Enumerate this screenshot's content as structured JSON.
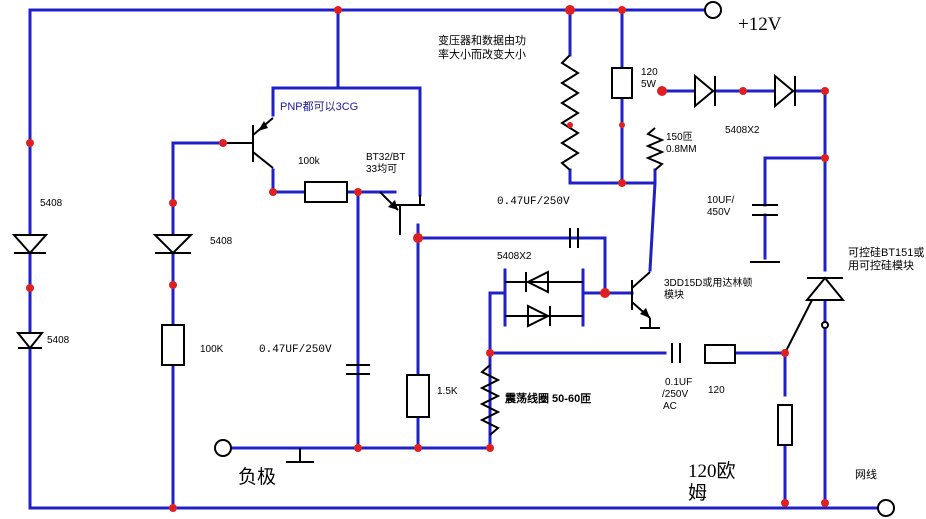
{
  "labels": {
    "v12": "+12V",
    "transformer_note_1": "变压器和数据由功",
    "transformer_note_2": "率大小而改变大小",
    "pnp_note": "PNP都可以3CG",
    "r_100k_top": "100k",
    "bt32_1": "BT32/BT",
    "bt32_2": "33均可",
    "cap_047_top": "0.47UF/250V",
    "r_120_5w_1": "120",
    "r_120_5w_2": "5W",
    "r_150_1": "150匝",
    "r_150_2": "0.8MM",
    "d_5408x2_top": "5408X2",
    "cap_10uf_1": "10UF/",
    "cap_10uf_2": "450V",
    "scr_1": "可控硅BT151或",
    "scr_2": "用可控硅模块",
    "d_5408_a": "5408",
    "d_5408_b": "5408",
    "d_5408_c": "5408",
    "d_5408x2_mid": "5408X2",
    "t_3dd15d_1": "3DD15D或用达林顿",
    "t_3dd15d_2": "模块",
    "r_100k_left": "100K",
    "cap_047_mid": "0.47UF/250V",
    "r_15k": "1.5K",
    "coil": "震荡线圈 50-60匝",
    "cap_01uf_1": "0.1UF",
    "cap_01uf_2": "/250V",
    "cap_01uf_3": "AC",
    "r_120_small": "120",
    "negative": "负极",
    "ohm_120_1": "120欧",
    "ohm_120_2": "姆",
    "net": "网线"
  },
  "colors": {
    "wire": "#2020c8",
    "junction": "#e02020",
    "component": "#000000"
  }
}
